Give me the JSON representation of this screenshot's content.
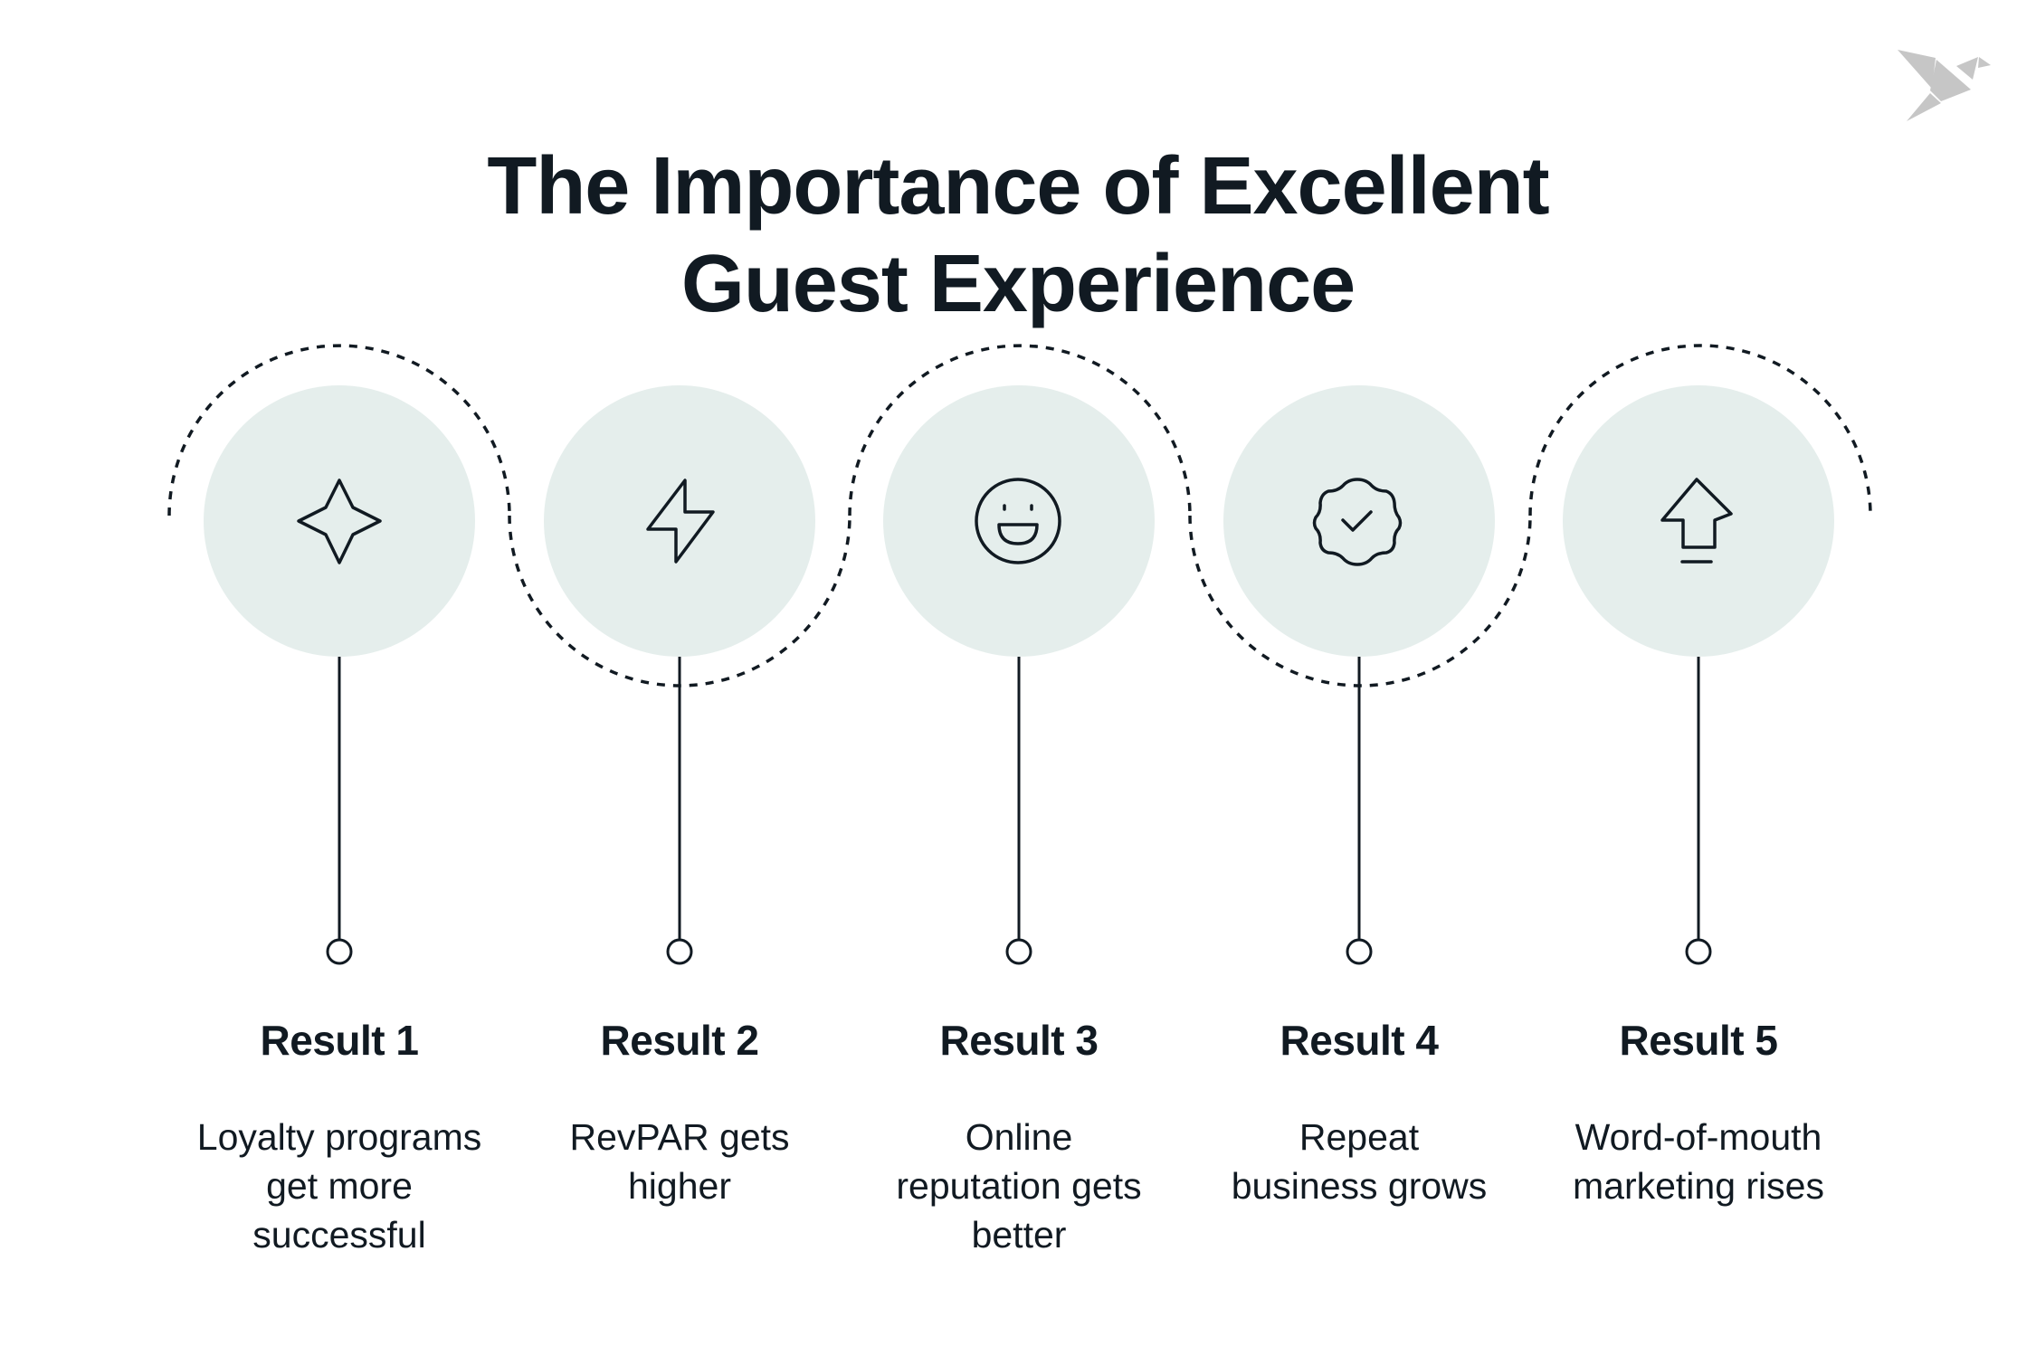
{
  "title": {
    "line1": "The Importance of Excellent",
    "line2": "Guest Experience"
  },
  "logo": {
    "icon": "origami-bird-icon",
    "color": "#c6c6c6"
  },
  "colors": {
    "text": "#111a22",
    "circle_fill": "#e5eeec",
    "line": "#111a22"
  },
  "results": [
    {
      "label": "Result 1",
      "icon": "sparkle-icon",
      "line1": "Loyalty programs",
      "line2": "get more",
      "line3": "successful"
    },
    {
      "label": "Result 2",
      "icon": "lightning-icon",
      "line1": "RevPAR gets",
      "line2": "higher",
      "line3": ""
    },
    {
      "label": "Result 3",
      "icon": "smiley-icon",
      "line1": "Online",
      "line2": "reputation gets",
      "line3": "better"
    },
    {
      "label": "Result 4",
      "icon": "verified-badge-icon",
      "line1": "Repeat",
      "line2": "business grows",
      "line3": ""
    },
    {
      "label": "Result 5",
      "icon": "arrow-up-icon",
      "line1": "Word-of-mouth",
      "line2": "marketing rises",
      "line3": ""
    }
  ]
}
